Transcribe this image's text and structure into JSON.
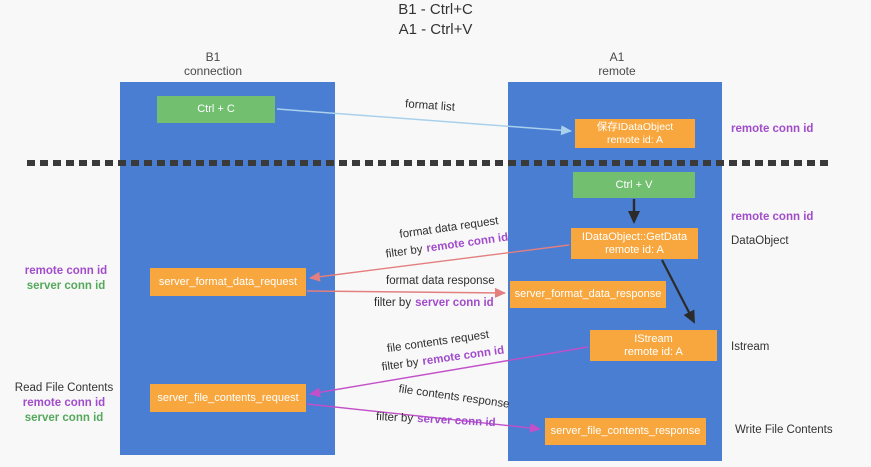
{
  "title": {
    "line1": "B1 - Ctrl+C",
    "line2": "A1 - Ctrl+V"
  },
  "lanes": {
    "left": {
      "name": "B1",
      "subtitle": "connection"
    },
    "right": {
      "name": "A1",
      "subtitle": "remote"
    }
  },
  "nodes": {
    "ctrl_c": "Ctrl + C",
    "ctrl_v": "Ctrl + V",
    "save_dataobject": {
      "line1": "保存IDataObject",
      "line2": "remote id: A"
    },
    "getdata": {
      "line1": "IDataObject::GetData",
      "line2": "remote id: A"
    },
    "istream": {
      "line1": "IStream",
      "line2": "remote id: A"
    },
    "server_format_data_request": "server_format_data_request",
    "server_format_data_response": "server_format_data_response",
    "server_file_contents_request": "server_file_contents_request",
    "server_file_contents_response": "server_file_contents_response"
  },
  "wire_labels": {
    "format_list": "format list",
    "format_data_request": "format data request",
    "format_data_response": "format data response",
    "file_contents_request": "file contents request",
    "file_contents_response": "file contents response",
    "filter_by": "filter by",
    "remote_conn_id": "remote conn id",
    "server_conn_id": "server conn id"
  },
  "annotations": {
    "right_remote_conn_id_top": "remote conn id",
    "right_remote_conn_id_mid": "remote conn id",
    "right_dataobject": "DataObject",
    "right_istream": "Istream",
    "right_write_file_contents": "Write File Contents",
    "left_mid_remote_conn_id": "remote conn id",
    "left_mid_server_conn_id": "server conn id",
    "left_read_file_contents": "Read File Contents",
    "left_bottom_remote_conn_id": "remote conn id",
    "left_bottom_server_conn_id": "server conn id"
  },
  "colors": {
    "lane_fill": "#4a7ed2",
    "node_green": "#72bf6f",
    "node_orange": "#f8a73e",
    "arrow_format_list": "#a9d0ec",
    "arrow_black": "#2b2b2b",
    "arrow_format_data": "#e47f7f",
    "arrow_file_contents": "#c34fc9",
    "text_remote_conn_id": "#a24ccc",
    "text_server_conn_id": "#55a85c",
    "dashed_divider": "#3a3a3a",
    "background": "#f8f8f8"
  }
}
